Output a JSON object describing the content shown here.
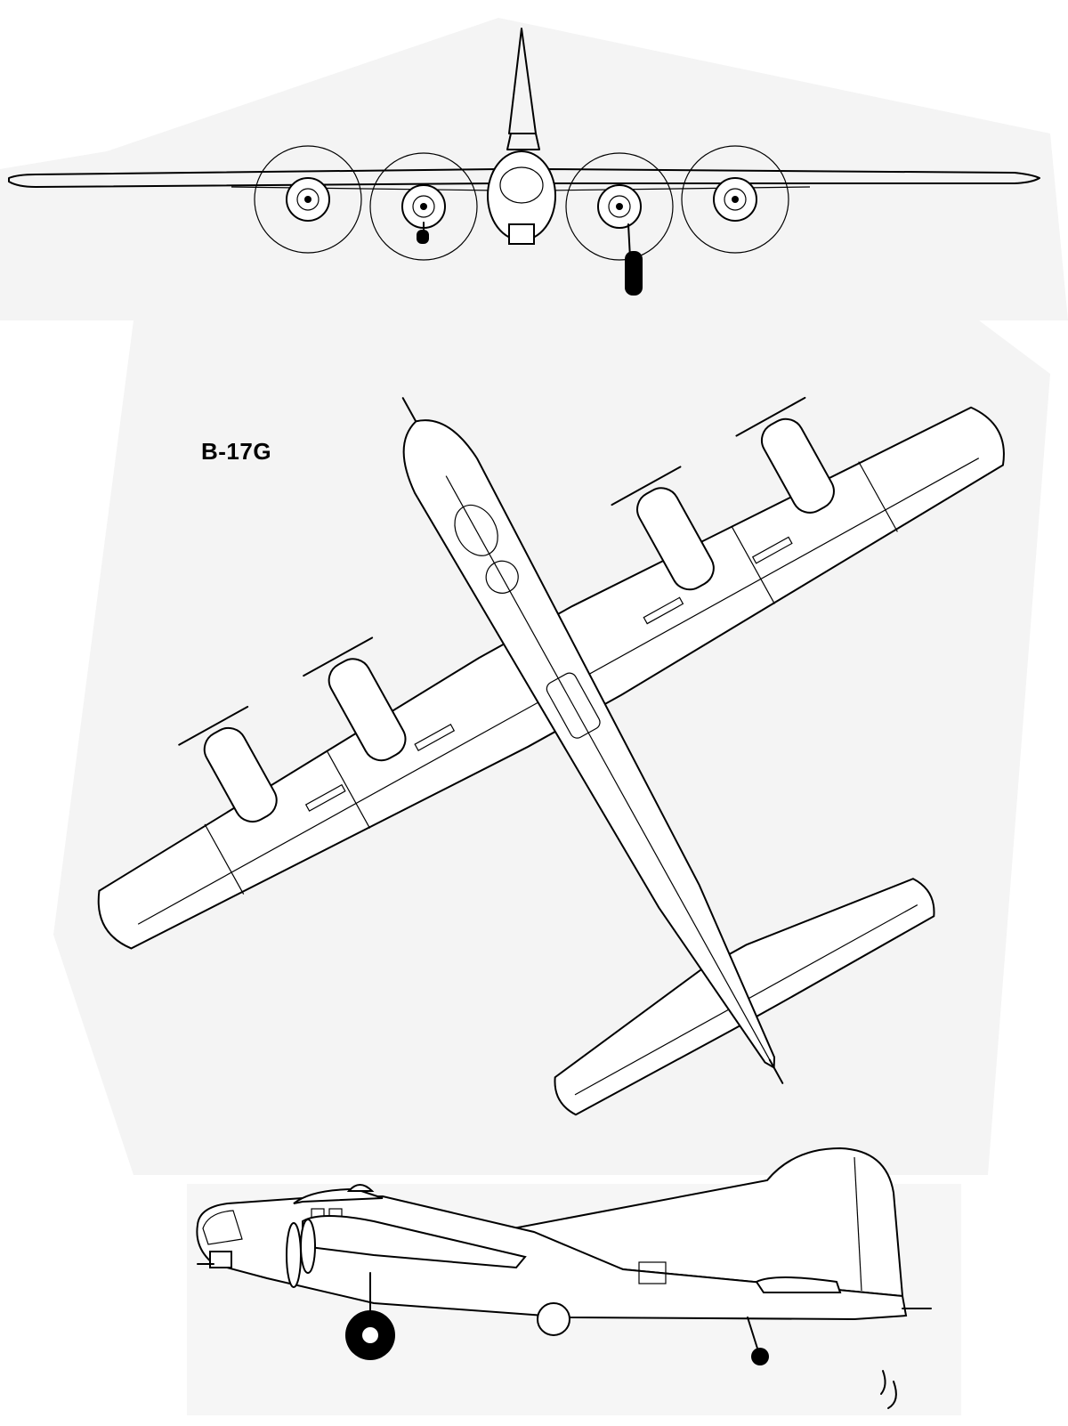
{
  "designation": "B-17G",
  "views": [
    "front-view",
    "top-view",
    "side-view"
  ]
}
